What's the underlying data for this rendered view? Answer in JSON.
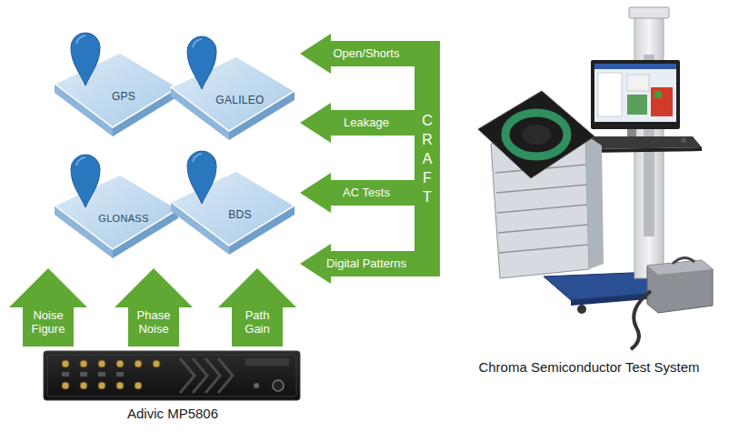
{
  "diagram": {
    "nodes": [
      {
        "text": [
          "GPS"
        ]
      },
      {
        "text": [
          "GALILEO"
        ]
      },
      {
        "text": [
          "GLONASS"
        ]
      },
      {
        "text": [
          "BDS"
        ]
      },
      {
        "text": [
          "Open/Shorts"
        ]
      },
      {
        "text": [
          "Leakage"
        ]
      },
      {
        "text": [
          "AC Tests"
        ]
      },
      {
        "text": [
          "Digital Patterns"
        ]
      },
      {
        "text": [
          "C R A F T"
        ]
      },
      {
        "text": [
          "Noise Figure"
        ]
      },
      {
        "text": [
          "Phase Noise"
        ]
      },
      {
        "text": [
          "Path Gain"
        ]
      }
    ],
    "labels": [
      "Adivic MP5806",
      "Chroma Semiconductor Test System"
    ]
  }
}
